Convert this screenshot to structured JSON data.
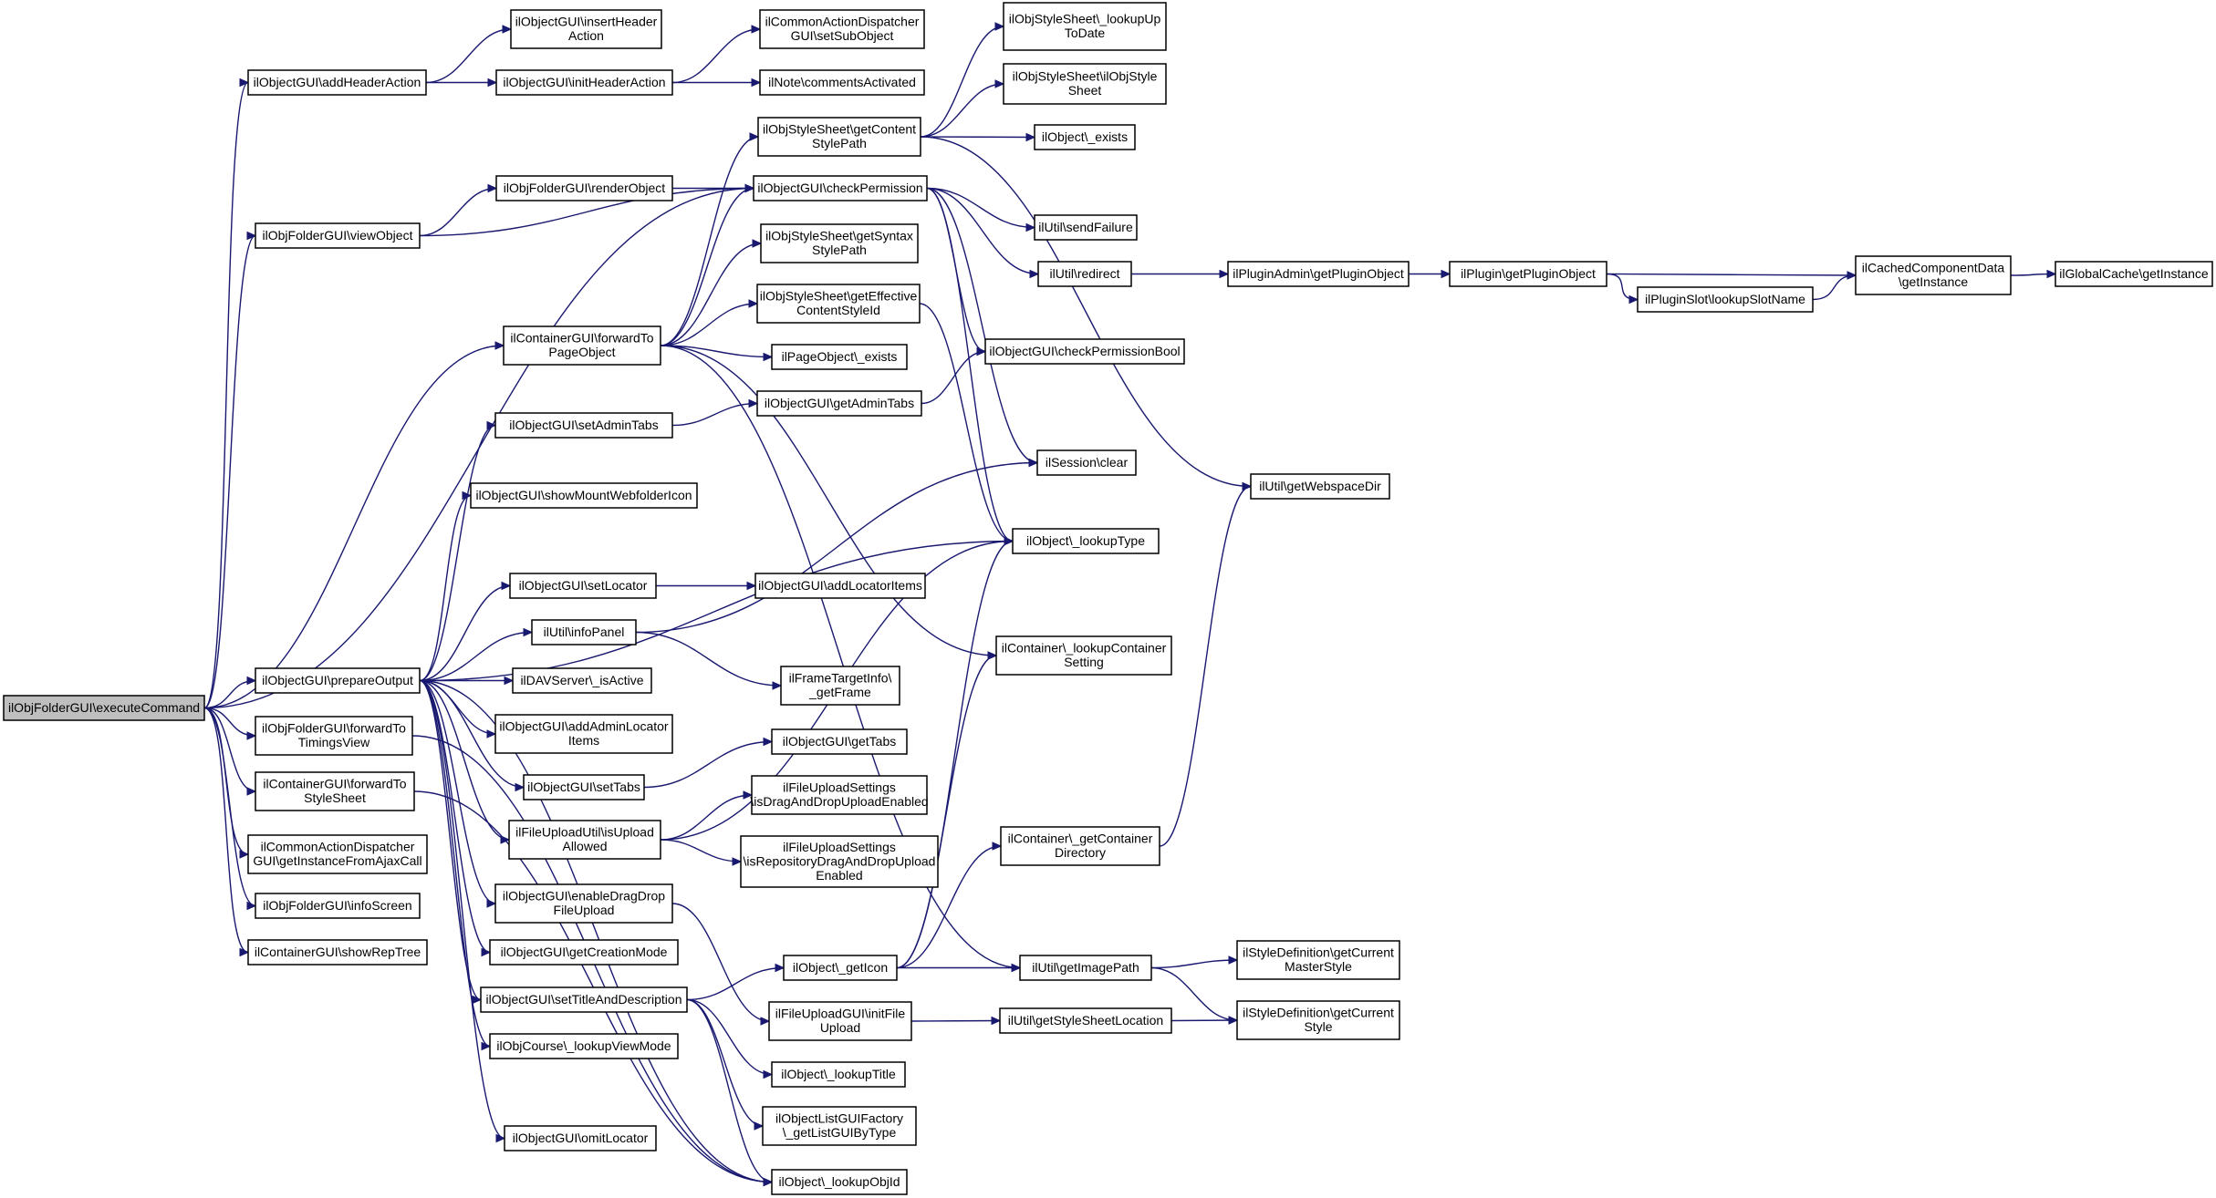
{
  "colors": {
    "edge": "#191970",
    "root_fill": "#bfbfbf",
    "node_fill": "#ffffff",
    "border": "#000000"
  },
  "nodes": [
    {
      "id": "execCmd",
      "lines": [
        "ilObjFolderGUI\\executeCommand"
      ],
      "root": true
    },
    {
      "id": "addHeaderAction",
      "lines": [
        "ilObjectGUI\\addHeaderAction"
      ]
    },
    {
      "id": "insertHeaderAction",
      "lines": [
        "ilObjectGUI\\insertHeader",
        "Action"
      ]
    },
    {
      "id": "initHeaderAction",
      "lines": [
        "ilObjectGUI\\initHeaderAction"
      ]
    },
    {
      "id": "setSubObject",
      "lines": [
        "ilCommonActionDispatcher",
        "GUI\\setSubObject"
      ]
    },
    {
      "id": "commentsActivated",
      "lines": [
        "ilNote\\commentsActivated"
      ]
    },
    {
      "id": "lookupUpToDate",
      "lines": [
        "ilObjStyleSheet\\_lookupUp",
        "ToDate"
      ]
    },
    {
      "id": "ilObjStyleSheet",
      "lines": [
        "ilObjStyleSheet\\ilObjStyle",
        "Sheet"
      ]
    },
    {
      "id": "getContentStylePath",
      "lines": [
        "ilObjStyleSheet\\getContent",
        "StylePath"
      ]
    },
    {
      "id": "objExists",
      "lines": [
        "ilObject\\_exists"
      ]
    },
    {
      "id": "renderObject",
      "lines": [
        "ilObjFolderGUI\\renderObject"
      ]
    },
    {
      "id": "checkPermission",
      "lines": [
        "ilObjectGUI\\checkPermission"
      ]
    },
    {
      "id": "viewObject",
      "lines": [
        "ilObjFolderGUI\\viewObject"
      ]
    },
    {
      "id": "sendFailure",
      "lines": [
        "ilUtil\\sendFailure"
      ]
    },
    {
      "id": "redirect",
      "lines": [
        "ilUtil\\redirect"
      ]
    },
    {
      "id": "getSyntaxStylePath",
      "lines": [
        "ilObjStyleSheet\\getSyntax",
        "StylePath"
      ]
    },
    {
      "id": "getEffectiveContentStyleId",
      "lines": [
        "ilObjStyleSheet\\getEffective",
        "ContentStyleId"
      ]
    },
    {
      "id": "forwardToPageObject",
      "lines": [
        "ilContainerGUI\\forwardTo",
        "PageObject"
      ]
    },
    {
      "id": "pageObjExists",
      "lines": [
        "ilPageObject\\_exists"
      ]
    },
    {
      "id": "checkPermissionBool",
      "lines": [
        "ilObjectGUI\\checkPermissionBool"
      ]
    },
    {
      "id": "getPluginObjectAdmin",
      "lines": [
        "ilPluginAdmin\\getPluginObject"
      ]
    },
    {
      "id": "getPluginObject",
      "lines": [
        "ilPlugin\\getPluginObject"
      ]
    },
    {
      "id": "lookupSlotName",
      "lines": [
        "ilPluginSlot\\lookupSlotName"
      ]
    },
    {
      "id": "cachedGetInstance",
      "lines": [
        "ilCachedComponentData",
        "\\getInstance"
      ]
    },
    {
      "id": "globalCacheGetInstance",
      "lines": [
        "ilGlobalCache\\getInstance"
      ]
    },
    {
      "id": "setAdminTabs",
      "lines": [
        "ilObjectGUI\\setAdminTabs"
      ]
    },
    {
      "id": "getAdminTabs",
      "lines": [
        "ilObjectGUI\\getAdminTabs"
      ]
    },
    {
      "id": "sessionClear",
      "lines": [
        "ilSession\\clear"
      ]
    },
    {
      "id": "getWebspaceDir",
      "lines": [
        "ilUtil\\getWebspaceDir"
      ]
    },
    {
      "id": "showMountWebfolderIcon",
      "lines": [
        "ilObjectGUI\\showMountWebfolderIcon"
      ]
    },
    {
      "id": "lookupType",
      "lines": [
        "ilObject\\_lookupType"
      ]
    },
    {
      "id": "setLocator",
      "lines": [
        "ilObjectGUI\\setLocator"
      ]
    },
    {
      "id": "addLocatorItems",
      "lines": [
        "ilObjectGUI\\addLocatorItems"
      ]
    },
    {
      "id": "infoPanel",
      "lines": [
        "ilUtil\\infoPanel"
      ]
    },
    {
      "id": "lookupContainerSetting",
      "lines": [
        "ilContainer\\_lookupContainer",
        "Setting"
      ]
    },
    {
      "id": "getFrame",
      "lines": [
        "ilFrameTargetInfo\\",
        "_getFrame"
      ]
    },
    {
      "id": "prepareOutput",
      "lines": [
        "ilObjectGUI\\prepareOutput"
      ]
    },
    {
      "id": "davIsActive",
      "lines": [
        "ilDAVServer\\_isActive"
      ]
    },
    {
      "id": "forwardToTimingsView",
      "lines": [
        "ilObjFolderGUI\\forwardTo",
        "TimingsView"
      ]
    },
    {
      "id": "addAdminLocatorItems",
      "lines": [
        "ilObjectGUI\\addAdminLocator",
        "Items"
      ]
    },
    {
      "id": "getTabs",
      "lines": [
        "ilObjectGUI\\getTabs"
      ]
    },
    {
      "id": "forwardToStyleSheet",
      "lines": [
        "ilContainerGUI\\forwardTo",
        "StyleSheet"
      ]
    },
    {
      "id": "setTabs",
      "lines": [
        "ilObjectGUI\\setTabs"
      ]
    },
    {
      "id": "isDragAndDropUploadEnabled",
      "lines": [
        "ilFileUploadSettings",
        "\\isDragAndDropUploadEnabled"
      ]
    },
    {
      "id": "isUploadAllowed",
      "lines": [
        "ilFileUploadUtil\\isUpload",
        "Allowed"
      ]
    },
    {
      "id": "isRepositoryDragAndDropUploadEnabled",
      "lines": [
        "ilFileUploadSettings",
        "\\isRepositoryDragAndDropUpload",
        "Enabled"
      ]
    },
    {
      "id": "getInstanceFromAjaxCall",
      "lines": [
        "ilCommonActionDispatcher",
        "GUI\\getInstanceFromAjaxCall"
      ]
    },
    {
      "id": "getContainerDirectory",
      "lines": [
        "ilContainer\\_getContainer",
        "Directory"
      ]
    },
    {
      "id": "enableDragDropFileUpload",
      "lines": [
        "ilObjectGUI\\enableDragDrop",
        "FileUpload"
      ]
    },
    {
      "id": "infoScreen",
      "lines": [
        "ilObjFolderGUI\\infoScreen"
      ]
    },
    {
      "id": "showRepTree",
      "lines": [
        "ilContainerGUI\\showRepTree"
      ]
    },
    {
      "id": "getCreationMode",
      "lines": [
        "ilObjectGUI\\getCreationMode"
      ]
    },
    {
      "id": "getIcon",
      "lines": [
        "ilObject\\_getIcon"
      ]
    },
    {
      "id": "getImagePath",
      "lines": [
        "ilUtil\\getImagePath"
      ]
    },
    {
      "id": "getCurrentMasterStyle",
      "lines": [
        "ilStyleDefinition\\getCurrent",
        "MasterStyle"
      ]
    },
    {
      "id": "setTitleAndDescription",
      "lines": [
        "ilObjectGUI\\setTitleAndDescription"
      ]
    },
    {
      "id": "initFileUpload",
      "lines": [
        "ilFileUploadGUI\\initFile",
        "Upload"
      ]
    },
    {
      "id": "getStyleSheetLocation",
      "lines": [
        "ilUtil\\getStyleSheetLocation"
      ]
    },
    {
      "id": "getCurrentStyle",
      "lines": [
        "ilStyleDefinition\\getCurrent",
        "Style"
      ]
    },
    {
      "id": "lookupViewMode",
      "lines": [
        "ilObjCourse\\_lookupViewMode"
      ]
    },
    {
      "id": "lookupTitle",
      "lines": [
        "ilObject\\_lookupTitle"
      ]
    },
    {
      "id": "getListGUIByType",
      "lines": [
        "ilObjectListGUIFactory",
        "\\_getListGUIByType"
      ]
    },
    {
      "id": "omitLocator",
      "lines": [
        "ilObjectGUI\\omitLocator"
      ]
    },
    {
      "id": "lookupObjId",
      "lines": [
        "ilObject\\_lookupObjId"
      ]
    }
  ]
}
